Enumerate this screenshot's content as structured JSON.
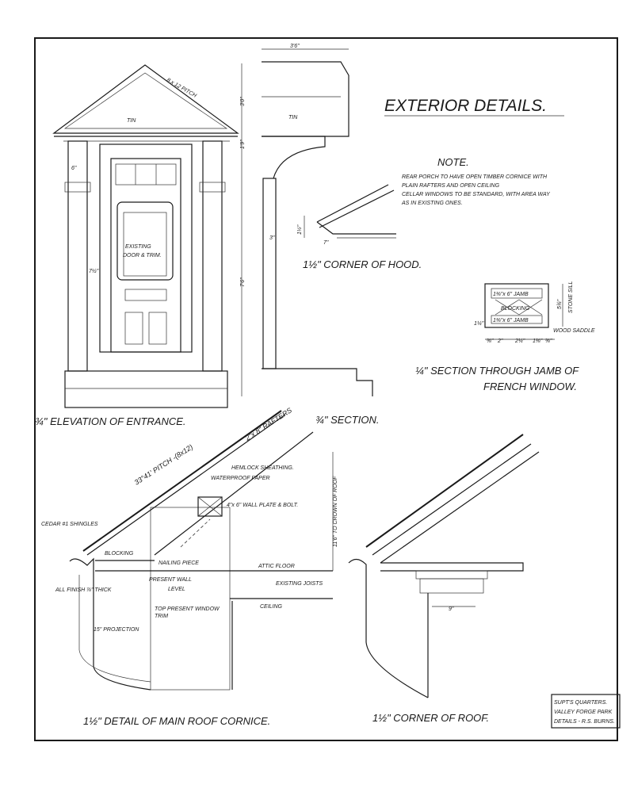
{
  "title": "EXTERIOR DETAILS.",
  "note": {
    "heading": "NOTE.",
    "lines": [
      "REAR PORCH TO HAVE OPEN TIMBER CORNICE WITH",
      "PLAIN RAFTERS AND OPEN CEILING",
      "CELLAR WINDOWS TO BE STANDARD, WITH AREA WAY",
      "AS IN EXISTING ONES."
    ]
  },
  "elevation": {
    "caption": "¾\" ELEVATION OF ENTRANCE.",
    "pitch": "8 x 12 PITCH",
    "tin": "TIN",
    "door": [
      "EXISTING",
      "DOOR & TRIM."
    ],
    "dim_6": "6\"",
    "dim_7half": "7½\"",
    "dim_3_0": "3'0\"",
    "dim_1_9": "1'9\"",
    "dim_7_6": "7'6\"",
    "dim_3_6": "3'6\"",
    "hood_tin": "TIN"
  },
  "hood": {
    "caption": "1½\" CORNER OF HOOD.",
    "dim_a": "1½\"",
    "dim_b": "7\"",
    "dim_c": "3\""
  },
  "jamb": {
    "caption_1": "¼\" SECTION THROUGH JAMB OF",
    "caption_2": "FRENCH WINDOW.",
    "jamb_top": "1⅜\"x 6\" JAMB",
    "jamb_bottom": "1⅜\"x 6\" JAMB",
    "blocking": "BLOCKING",
    "stone_sill": "STONE SILL",
    "dim_height": "5¾\"",
    "wood_saddle": "WOOD SADDLE",
    "dims": [
      "⅝\"",
      "2\"",
      "2¼\"",
      "1⅜\"",
      "⅝\""
    ],
    "dim_side": "1¼\""
  },
  "cornice": {
    "section": "¾\" SECTION.",
    "rafters": "2\"x 8\" RAFTERS",
    "pitch": "33°41' PITCH -(8x12)",
    "hemlock": "HEMLOCK SHEATHING.",
    "waterproof": "WATERPROOF PAPER",
    "wall_plate": "4\"x 6\" WALL PLATE & BOLT.",
    "crown": "11'6\" TO CROWN OF ROOF",
    "shingles": "CEDAR #1 SHINGLES",
    "blocking": "BLOCKING",
    "nailing": "NAILING PIECE",
    "attic": "ATTIC FLOOR",
    "wall_level_1": "PRESENT WALL",
    "wall_level_2": "LEVEL",
    "joists": "EXISTING JOISTS",
    "finish": "ALL FINISH ⅞\" THICK",
    "window_trim_1": "TOP PRESENT WINDOW",
    "window_trim_2": "TRIM",
    "ceiling": "CEILING",
    "projection": "15\" PROJECTION",
    "caption": "1½\" DETAIL OF MAIN ROOF CORNICE."
  },
  "roof_corner": {
    "caption": "1½\" CORNER OF ROOF.",
    "dim": "9\""
  },
  "title_block": [
    "SUPT'S QUARTERS.",
    "VALLEY FORGE PARK",
    "DETAILS - R.S. BURNS."
  ]
}
